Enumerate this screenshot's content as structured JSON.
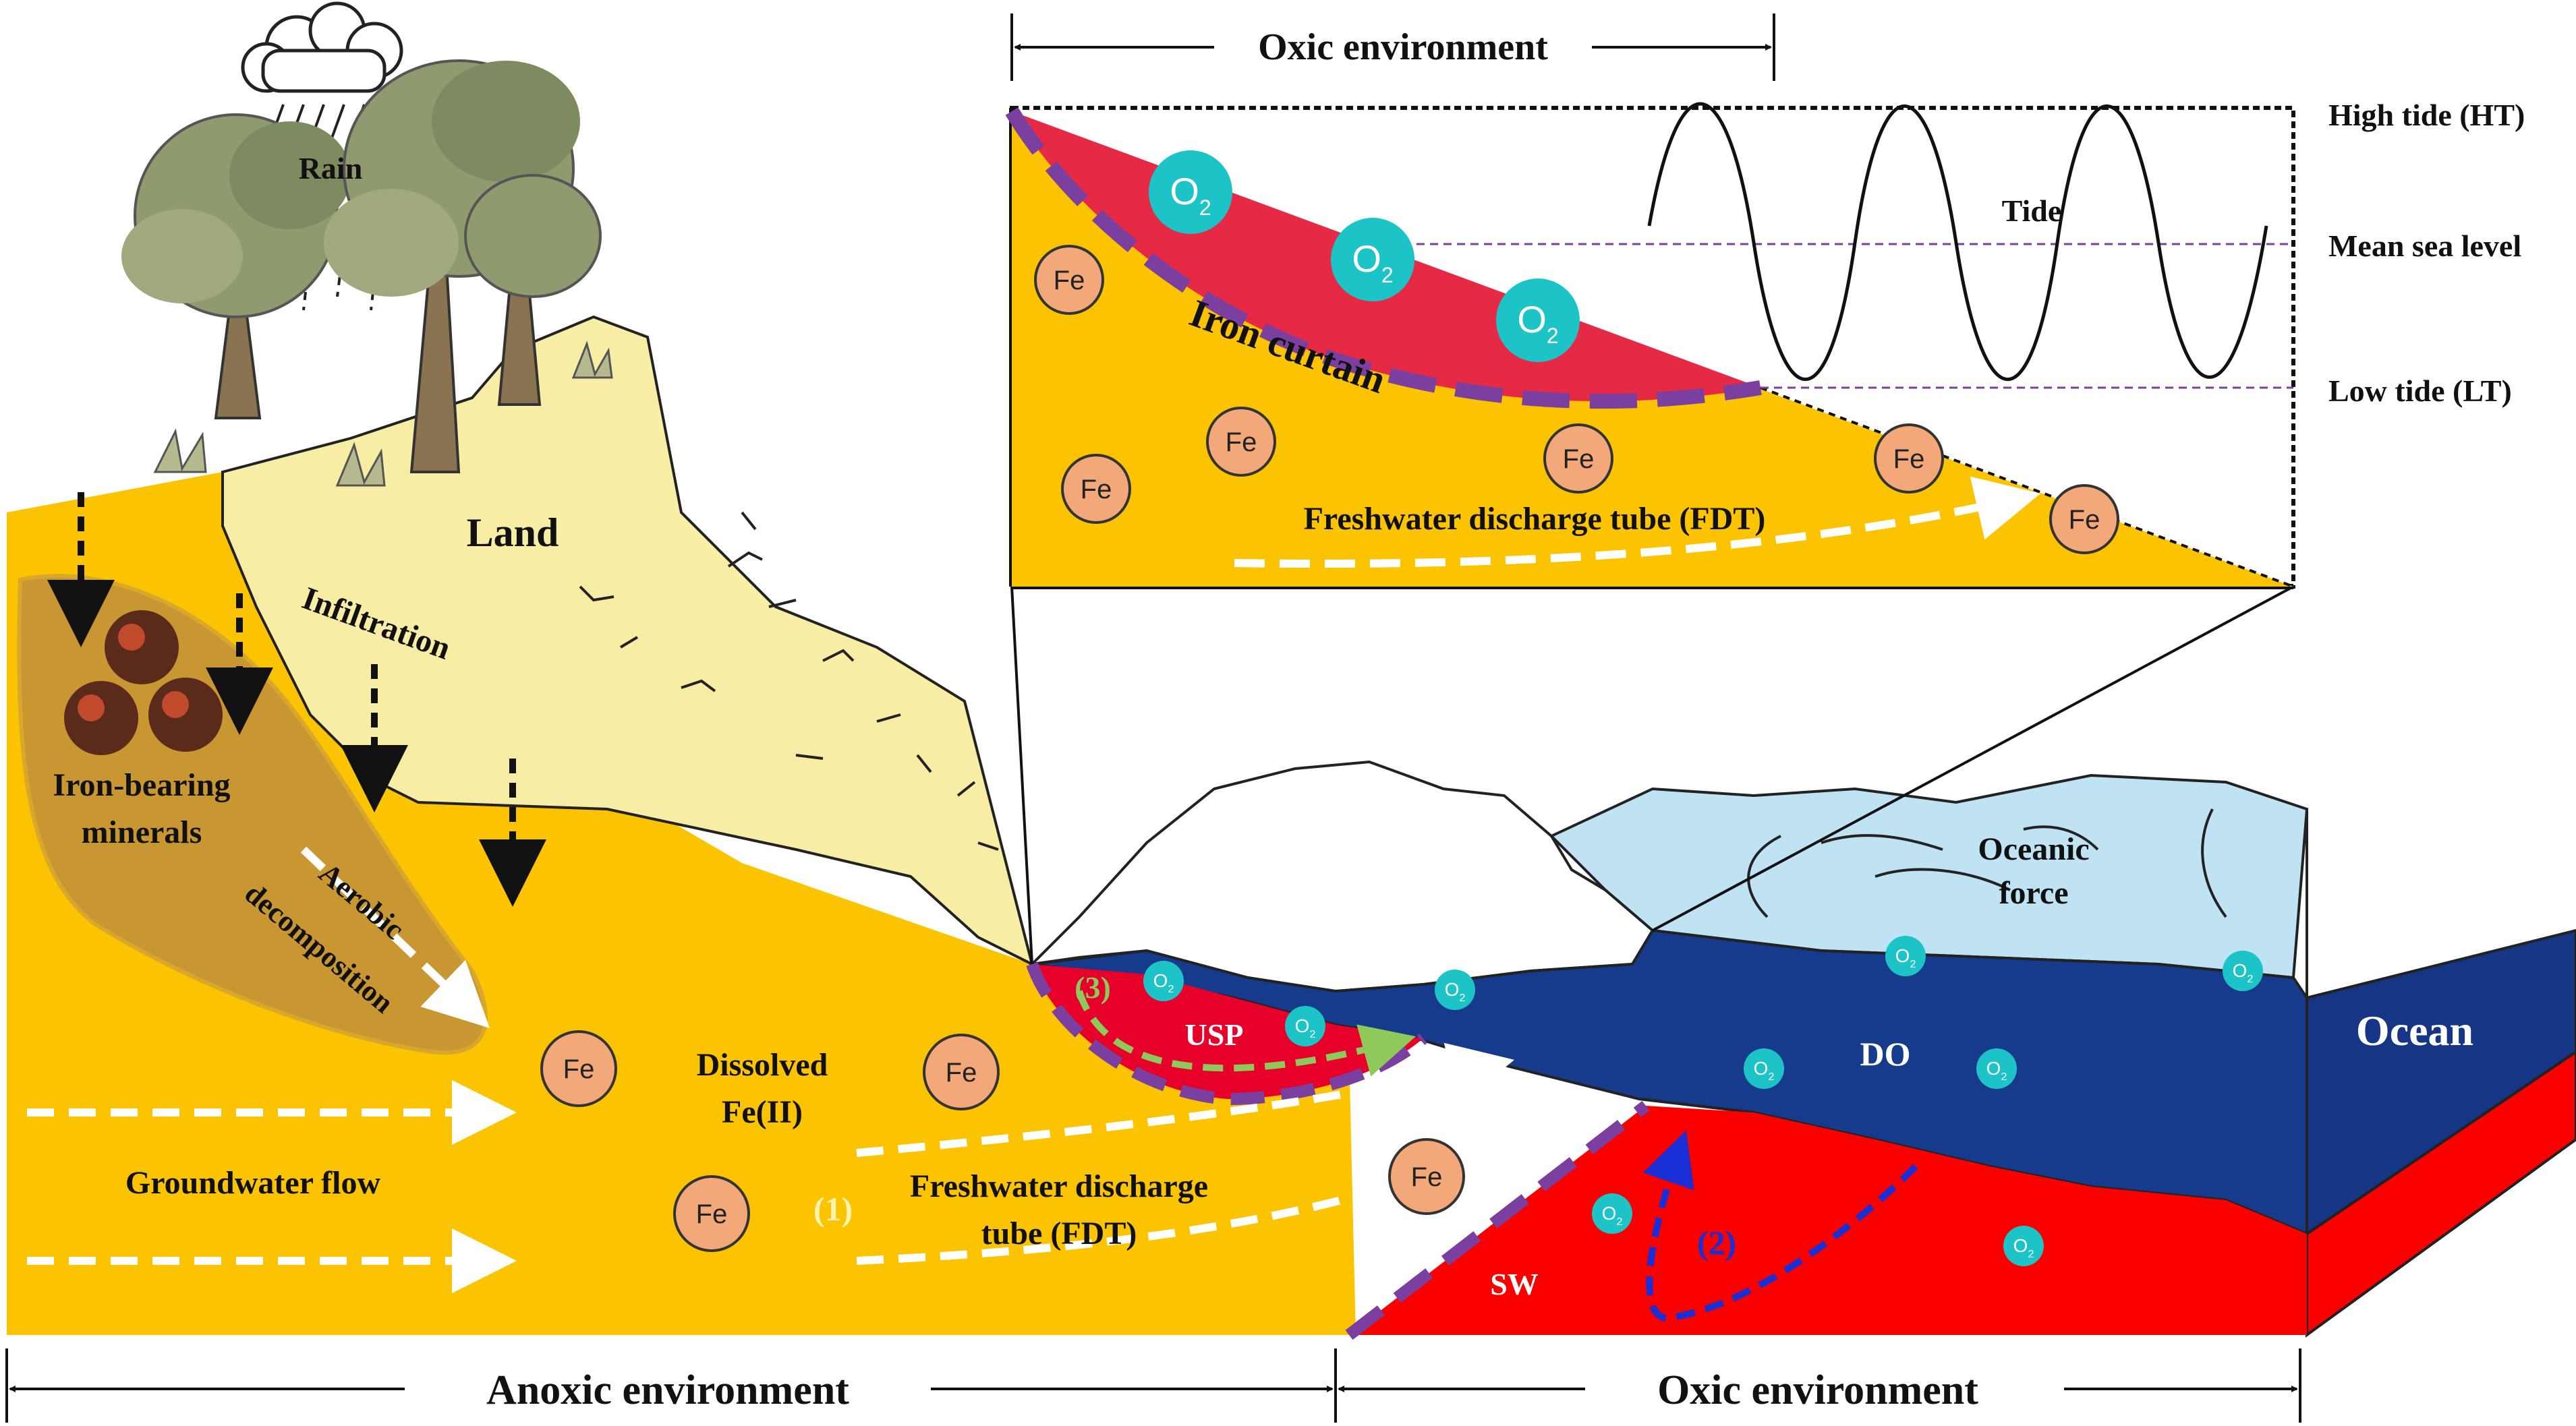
{
  "labels": {
    "oxic_top": "Oxic environment",
    "high_tide": "High tide (HT)",
    "mean_sea_level": "Mean sea level",
    "low_tide": "Low tide (LT)",
    "tide": "Tide",
    "iron_curtain": "Iron curtain",
    "fdt_inset": "Freshwater discharge tube (FDT)",
    "rain": "Rain",
    "land": "Land",
    "infiltration": "Infiltration",
    "iron_minerals_1": "Iron-bearing",
    "iron_minerals_2": "minerals",
    "aerobic_1": "Aerobic",
    "aerobic_2": "decomposition",
    "dissolved_1": "Dissolved",
    "dissolved_2": "Fe(II)",
    "groundwater_flow": "Groundwater flow",
    "marker_1": "(1)",
    "marker_2": "(2)",
    "marker_3": "(3)",
    "fdt_main_1": "Freshwater discharge",
    "fdt_main_2": "tube (FDT)",
    "usp": "USP",
    "do": "DO",
    "sw": "SW",
    "oceanic_1": "Oceanic",
    "oceanic_2": "force",
    "ocean": "Ocean",
    "anoxic_bottom": "Anoxic environment",
    "oxic_bottom": "Oxic environment",
    "fe": "Fe",
    "o2": "O",
    "o2_sub": "2"
  },
  "colors": {
    "aquifer": "#fcc400",
    "land_surface": "#f7eda4",
    "oxic_zone": "#e62a46",
    "seawater_wedge": "#fb0000",
    "ocean": "#173b8c",
    "ocean_surface": "#bfe3f2",
    "brown_zone": "#c99732",
    "fe_circle": "#f3a87a",
    "o2_circle": "#1cc4c8",
    "purple_dash": "#7b3fa0"
  }
}
